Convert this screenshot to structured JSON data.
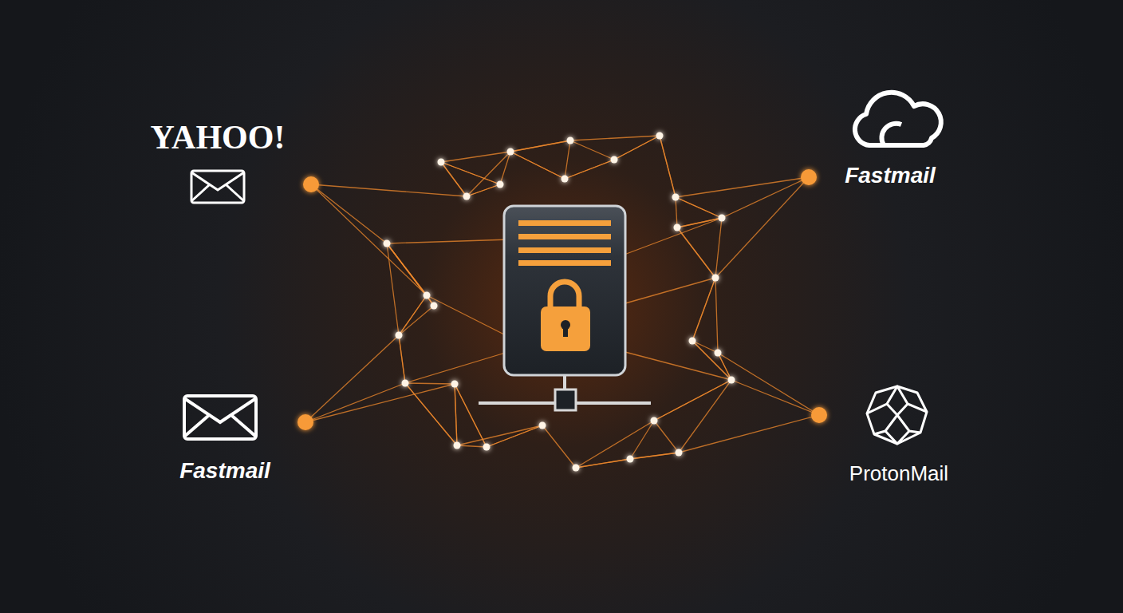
{
  "diagram": {
    "labels": [
      "YAHOO!",
      "Fastmail",
      "Fastmail",
      "ProtonMail"
    ]
  }
}
